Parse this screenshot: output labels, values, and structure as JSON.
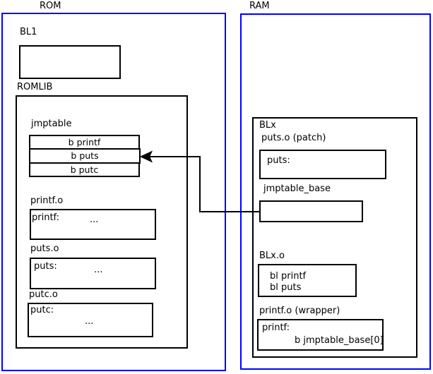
{
  "diagram": {
    "colors": {
      "region_border": "#0000ff",
      "box_border": "#000000",
      "background": "#ffffff",
      "arrow": "#000000"
    },
    "rom": {
      "label": "ROM",
      "bl1": {
        "label": "BL1"
      },
      "romlib": {
        "label": "ROMLIB",
        "jmptable": {
          "label": "jmptable",
          "rows": [
            "b printf",
            "b puts",
            "b putc"
          ]
        },
        "printf_o": {
          "label": "printf.o",
          "symbol": "printf:",
          "ellipsis": "..."
        },
        "puts_o": {
          "label": "puts.o",
          "symbol": "puts:",
          "ellipsis": "..."
        },
        "putc_o": {
          "label": "putc.o",
          "symbol": "putc:",
          "ellipsis": "..."
        }
      }
    },
    "ram": {
      "label": "RAM",
      "blx": {
        "label": "BLx",
        "puts_patch": {
          "label": "puts.o (patch)",
          "symbol": "puts:"
        },
        "jmptable_base": {
          "label": "jmptable_base"
        },
        "blx_o": {
          "label": "BLx.o",
          "lines": [
            "bl printf",
            "bl puts"
          ]
        },
        "printf_wrapper": {
          "label": "printf.o (wrapper)",
          "symbol": "printf:",
          "branch": "b jmptable_base[0]"
        }
      }
    }
  }
}
